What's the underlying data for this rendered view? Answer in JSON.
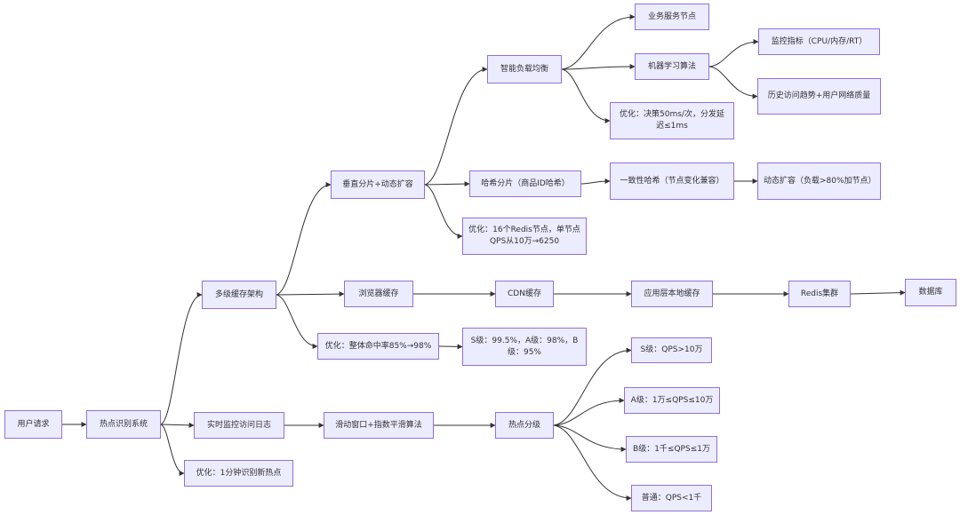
{
  "colors": {
    "node_fill": "#ececff",
    "node_border": "#9370db",
    "edge": "#333333",
    "text": "#333333"
  },
  "nodes": {
    "user_request": "用户请求",
    "hot_detect": "热点识别系统",
    "multi_cache": "多级缓存架构",
    "shard": "垂直分片+动态扩容",
    "smart_lb": "智能负载均衡",
    "biz_node": "业务服务节点",
    "ml_algo": "机器学习算法",
    "monitor": "监控指标（CPU/内存/RT）",
    "history": "历史访问趋势+用户网络质量",
    "opt_lb": "优化：决策50ms/次，分发延迟≤1ms",
    "hash_shard": "哈希分片（商品ID哈希）",
    "consistent": "一致性哈希（节点变化兼容）",
    "autoscale": "动态扩容（负载>80%加节点）",
    "opt_shard": "优化：16个Redis节点，单节点QPS从10万→6250",
    "browser": "浏览器缓存",
    "cdn": "CDN缓存",
    "local": "应用层本地缓存",
    "redis": "Redis集群",
    "db": "数据库",
    "opt_hit": "优化：整体命中率85%→98%",
    "hit_levels": "S级：99.5%，A级：98%，B级：95%",
    "realtime_log": "实时监控访问日志",
    "sliding": "滑动窗口+指数平滑算法",
    "hot_grade": "热点分级",
    "s_level": "S级：QPS>10万",
    "a_level": "A级：1万≤QPS≤10万",
    "b_level": "B级：1千≤QPS≤1万",
    "normal": "普通：QPS<1千",
    "opt_detect": "优化：1分钟识别新热点"
  },
  "edges": [
    [
      "user_request",
      "hot_detect"
    ],
    [
      "hot_detect",
      "multi_cache"
    ],
    [
      "hot_detect",
      "realtime_log"
    ],
    [
      "hot_detect",
      "opt_detect"
    ],
    [
      "multi_cache",
      "shard"
    ],
    [
      "multi_cache",
      "browser"
    ],
    [
      "multi_cache",
      "opt_hit"
    ],
    [
      "shard",
      "smart_lb"
    ],
    [
      "shard",
      "hash_shard"
    ],
    [
      "shard",
      "opt_shard"
    ],
    [
      "smart_lb",
      "biz_node"
    ],
    [
      "smart_lb",
      "ml_algo"
    ],
    [
      "smart_lb",
      "opt_lb"
    ],
    [
      "ml_algo",
      "monitor"
    ],
    [
      "ml_algo",
      "history"
    ],
    [
      "hash_shard",
      "consistent"
    ],
    [
      "consistent",
      "autoscale"
    ],
    [
      "browser",
      "cdn"
    ],
    [
      "cdn",
      "local"
    ],
    [
      "local",
      "redis"
    ],
    [
      "redis",
      "db"
    ],
    [
      "opt_hit",
      "hit_levels"
    ],
    [
      "realtime_log",
      "sliding"
    ],
    [
      "sliding",
      "hot_grade"
    ],
    [
      "hot_grade",
      "s_level"
    ],
    [
      "hot_grade",
      "a_level"
    ],
    [
      "hot_grade",
      "b_level"
    ],
    [
      "hot_grade",
      "normal"
    ]
  ]
}
